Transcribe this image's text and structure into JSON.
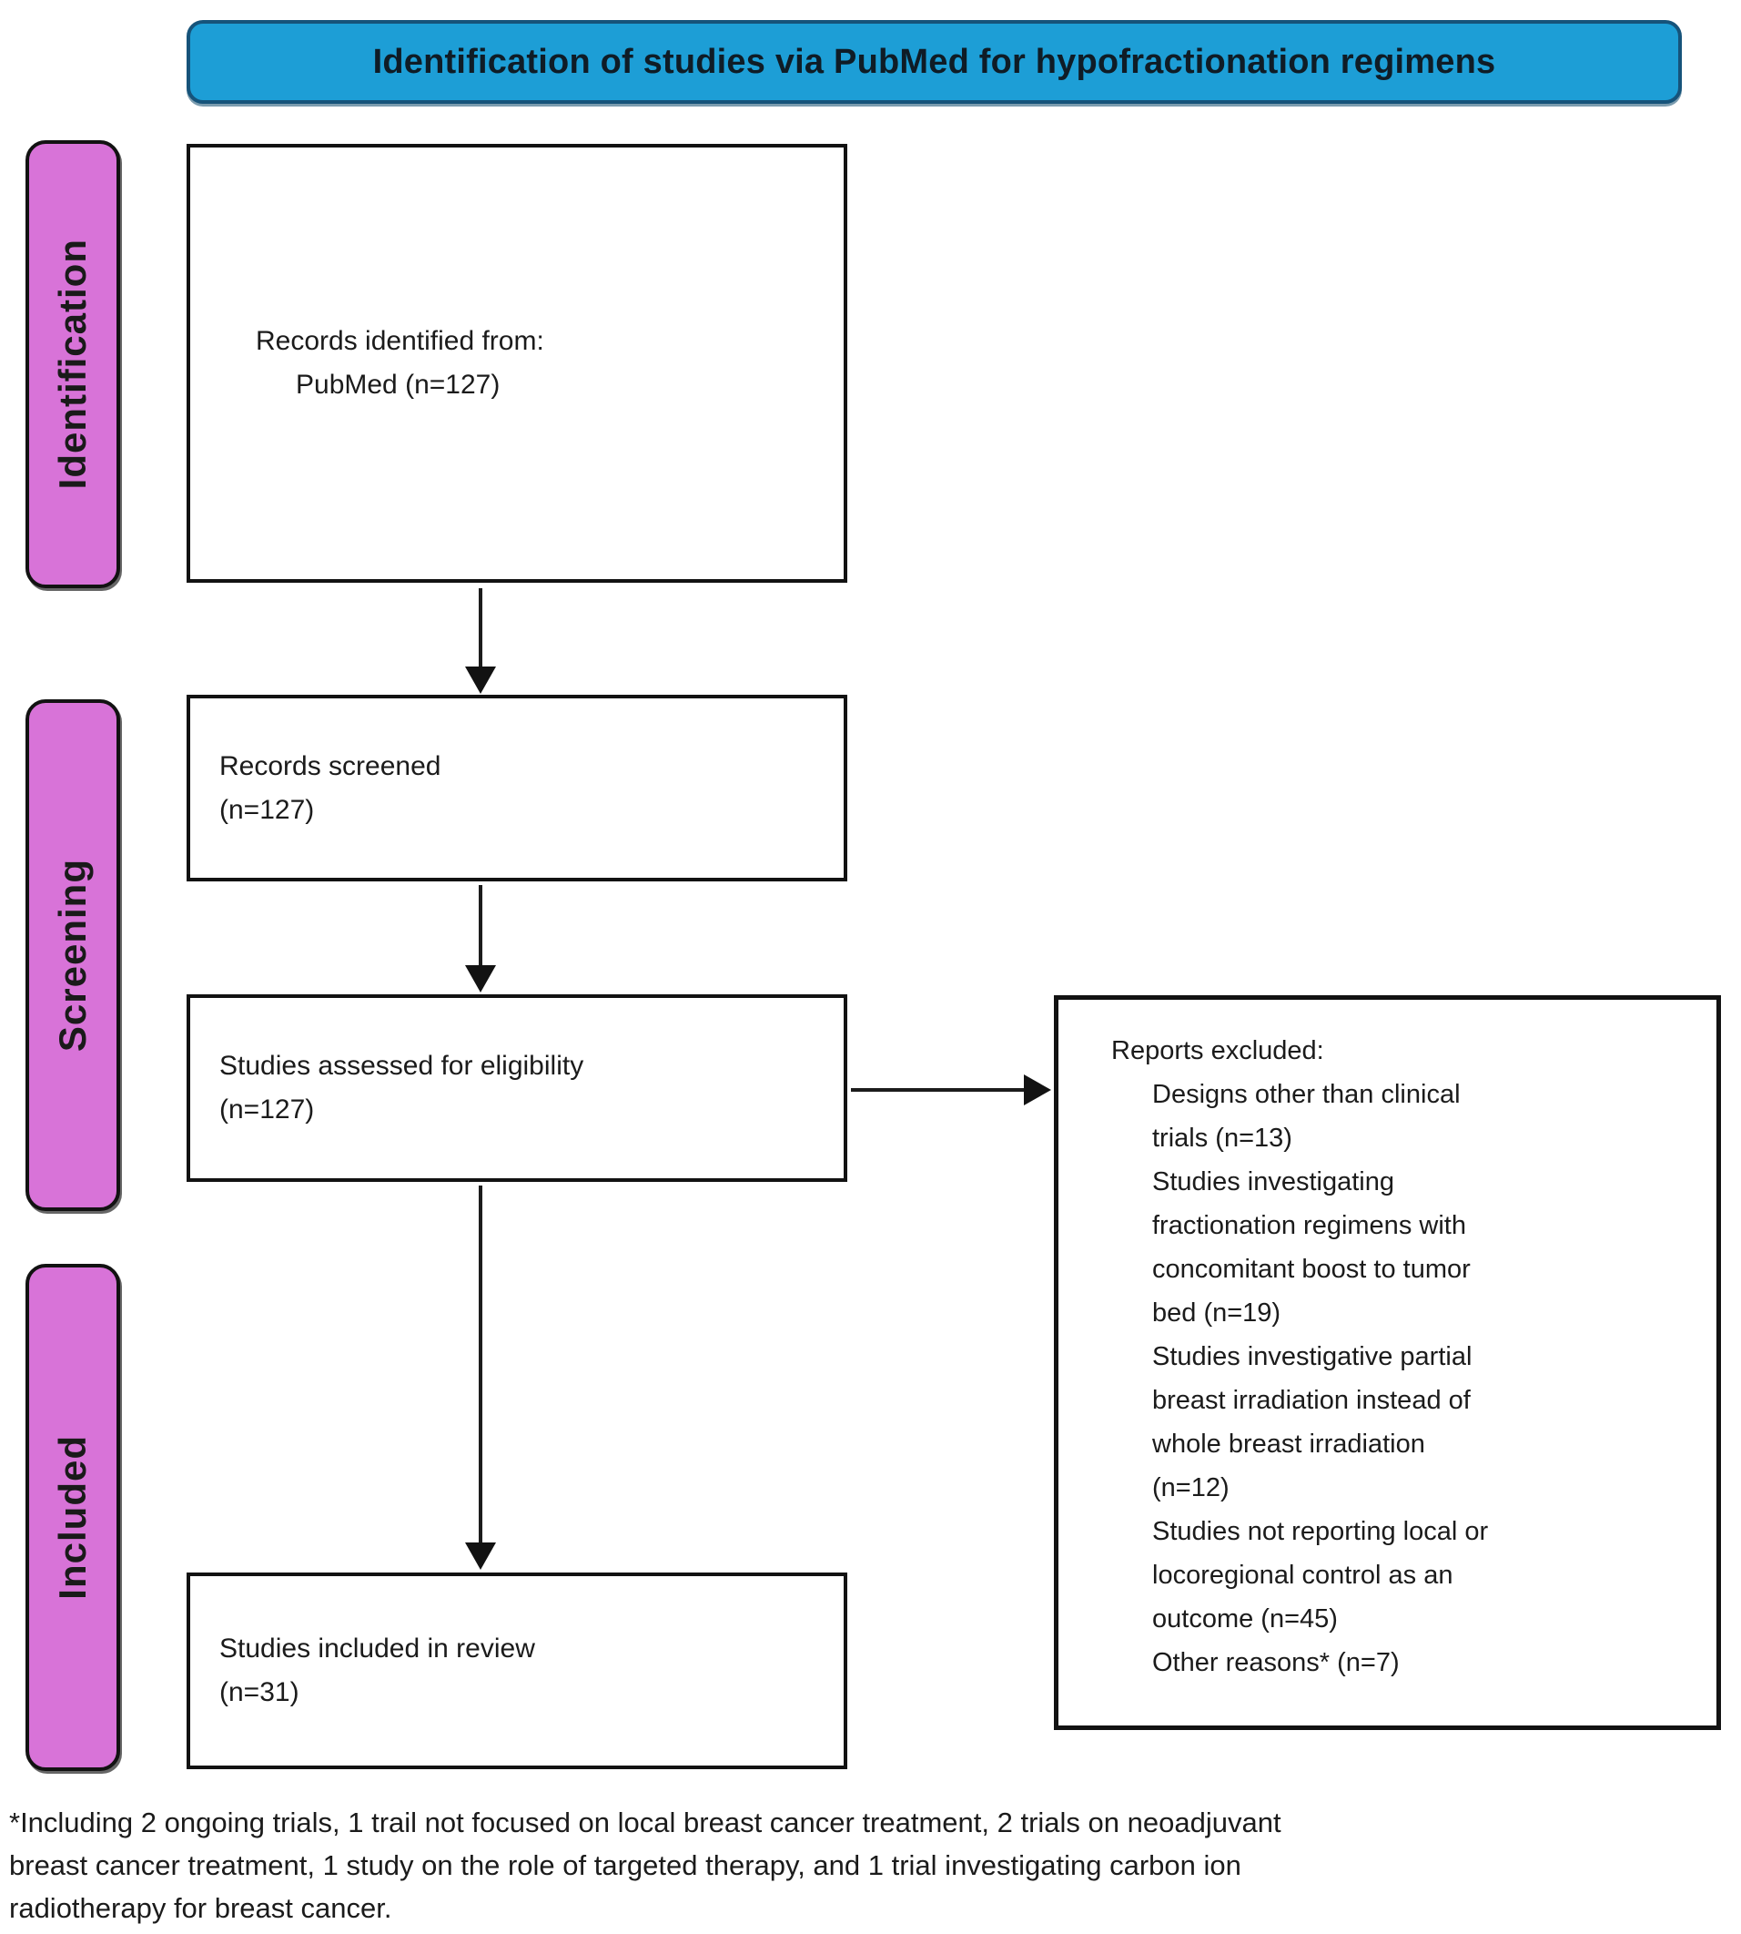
{
  "header": {
    "title": "Identification of studies via PubMed for hypofractionation regimens"
  },
  "stages": [
    {
      "label": "Identification"
    },
    {
      "label": "Screening"
    },
    {
      "label": "Included"
    }
  ],
  "boxes": {
    "identified": {
      "line1": "Records identified from:",
      "line2": "PubMed (n=127)"
    },
    "screened": {
      "line1": "Records screened",
      "line2": "(n=127)"
    },
    "assessed": {
      "line1": "Studies assessed for eligibility",
      "line2": "(n=127)"
    },
    "included": {
      "line1": "Studies included in review",
      "line2": "(n=31)"
    }
  },
  "excluded_box": {
    "title": "Reports excluded:",
    "items": [
      "Designs other than clinical\ntrials (n=13)",
      "Studies investigating\nfractionation regimens with\nconcomitant boost to tumor\nbed (n=19)",
      "Studies investigative partial\nbreast irradiation instead of\nwhole breast irradiation\n(n=12)",
      "Studies not reporting local or\nlocoregional control as an\noutcome (n=45)",
      "Other reasons* (n=7)"
    ]
  },
  "footnote": "*Including 2 ongoing trials, 1 trail not focused on local breast cancer treatment, 2 trials on neoadjuvant\nbreast cancer treatment, 1 study on the role of targeted therapy, and 1 trial investigating carbon ion\nradiotherapy for breast cancer.",
  "colors": {
    "banner_fill": "#1D9ED6",
    "banner_border": "#16537A",
    "stage_fill": "#D873D8"
  }
}
